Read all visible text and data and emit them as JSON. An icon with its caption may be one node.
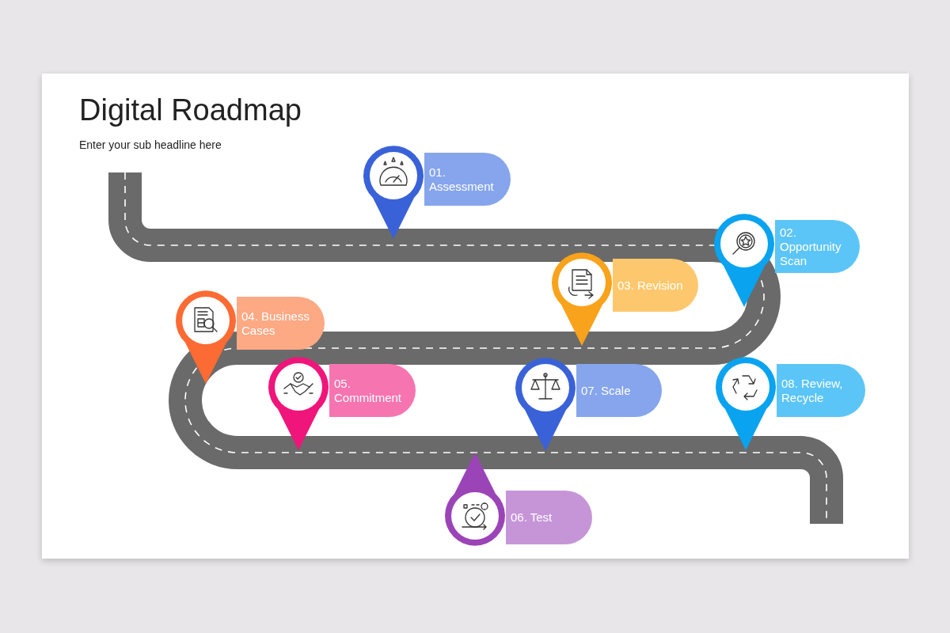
{
  "diagram": {
    "title": "Digital Roadmap",
    "nodes": [
      {
        "text": [
          "01. Assessment"
        ]
      },
      {
        "text": [
          "02. Opportunity Scan"
        ]
      },
      {
        "text": [
          "03. Revision"
        ]
      },
      {
        "text": [
          "04. Business Cases"
        ]
      },
      {
        "text": [
          "05. Commitment"
        ]
      },
      {
        "text": [
          "06. Test"
        ]
      },
      {
        "text": [
          "07. Scale"
        ]
      },
      {
        "text": [
          "08. Review, Recycle"
        ]
      }
    ],
    "labels": [
      "Enter your sub headline here"
    ]
  }
}
